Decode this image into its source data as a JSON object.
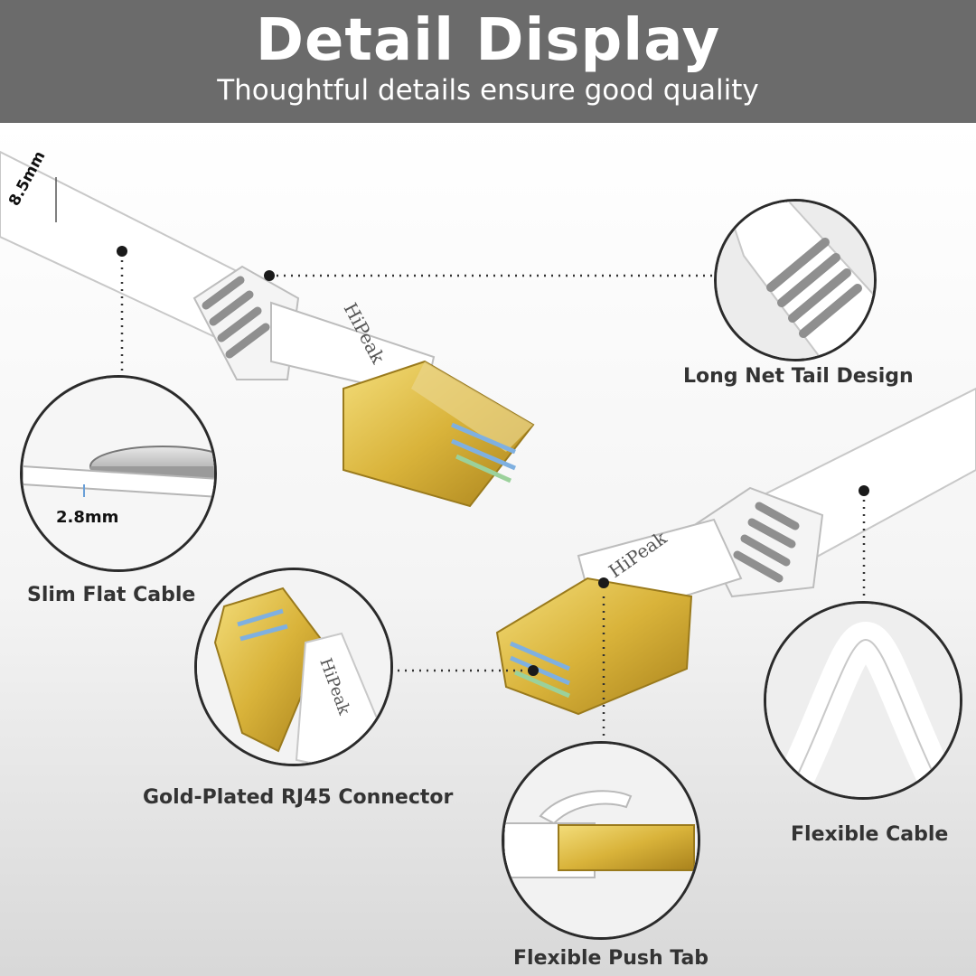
{
  "header": {
    "title": "Detail Display",
    "subtitle": "Thoughtful details ensure good quality"
  },
  "measurements": {
    "width": "8.5mm",
    "thickness": "2.8mm"
  },
  "brand": {
    "top_plug": "HiPeak",
    "bottom_plug": "HiPeak",
    "inset_plug": "HiPeak"
  },
  "callouts": {
    "long_net_tail": "Long Net Tail Design",
    "slim_flat": "Slim Flat Cable",
    "gold_plated": "Gold-Plated RJ45 Connector",
    "flexible_cable": "Flexible Cable",
    "push_tab": "Flexible Push Tab"
  },
  "colors": {
    "banner": "#6b6b6b",
    "gold": "#d9b33a",
    "cable": "#ffffff",
    "outline": "#2b2b2b"
  }
}
